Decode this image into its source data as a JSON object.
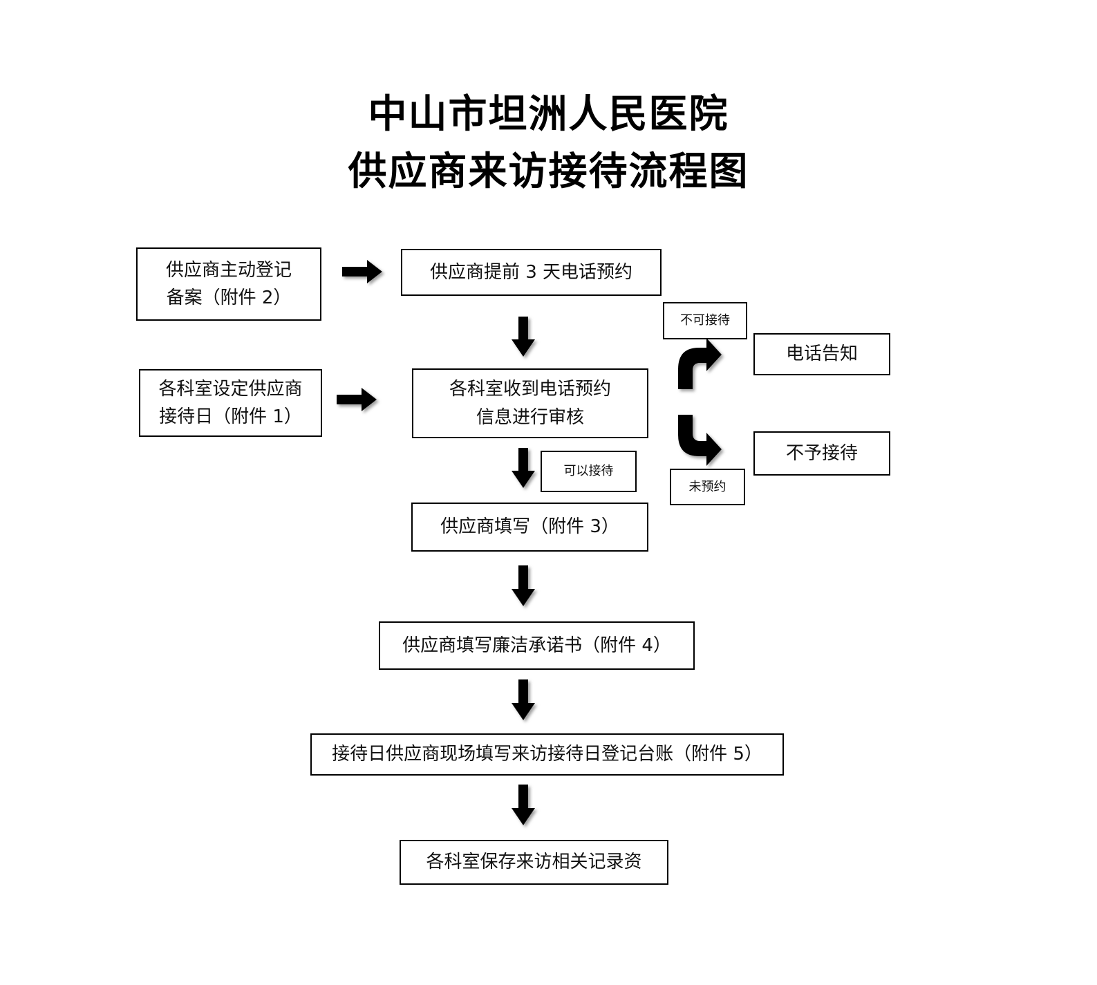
{
  "title": {
    "line1": "中山市坦洲人民医院",
    "line2": "供应商来访接待流程图"
  },
  "nodes": {
    "register": "供应商主动登记\n备案（附件 2）",
    "set_day": "各科室设定供应商\n接待日（附件 1）",
    "appointment": "供应商提前 3 天电话预约",
    "review": "各科室收到电话预约\n信息进行审核",
    "fill_form": "供应商填写（附件 3）",
    "integrity": "供应商填写廉洁承诺书（附件 4）",
    "ledger": "接待日供应商现场填写来访接待日登记台账（附件 5）",
    "archive": "各科室保存来访相关记录资",
    "notify_phone": "电话告知",
    "no_reception": "不予接待"
  },
  "labels": {
    "cannot_receive": "不可接待",
    "can_receive": "可以接待",
    "no_appointment": "未预约"
  }
}
